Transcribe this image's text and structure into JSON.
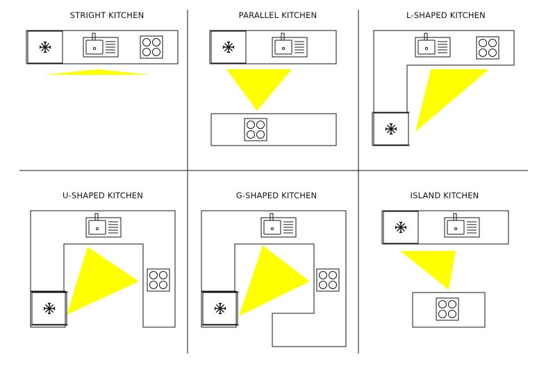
{
  "panels": [
    {
      "id": "stright",
      "title": "STRIGHT KITCHEN"
    },
    {
      "id": "parallel",
      "title": "PARALLEL KITCHEN"
    },
    {
      "id": "l-shaped",
      "title": "L-SHAPED KITCHEN"
    },
    {
      "id": "u-shaped",
      "title": "U-SHAPED KITCHEN"
    },
    {
      "id": "g-shaped",
      "title": "G-SHAPED KITCHEN"
    },
    {
      "id": "island",
      "title": "ISLAND KITCHEN"
    }
  ],
  "colors": {
    "work_triangle": "#ffff00",
    "line": "#111111",
    "background": "#ffffff"
  },
  "icons": [
    "fridge-icon",
    "sink-icon",
    "stove-icon"
  ]
}
